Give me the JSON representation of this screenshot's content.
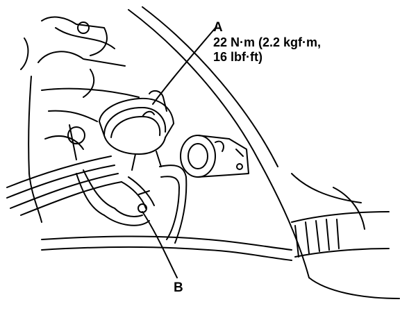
{
  "callout_a": {
    "label": "A",
    "torque_line_1": "22 N·m (2.2 kgf·m,",
    "torque_line_2": "16 lbf·ft)"
  },
  "callout_b": {
    "label": "B"
  },
  "colors": {
    "ink": "#000000",
    "paper": "#ffffff"
  }
}
